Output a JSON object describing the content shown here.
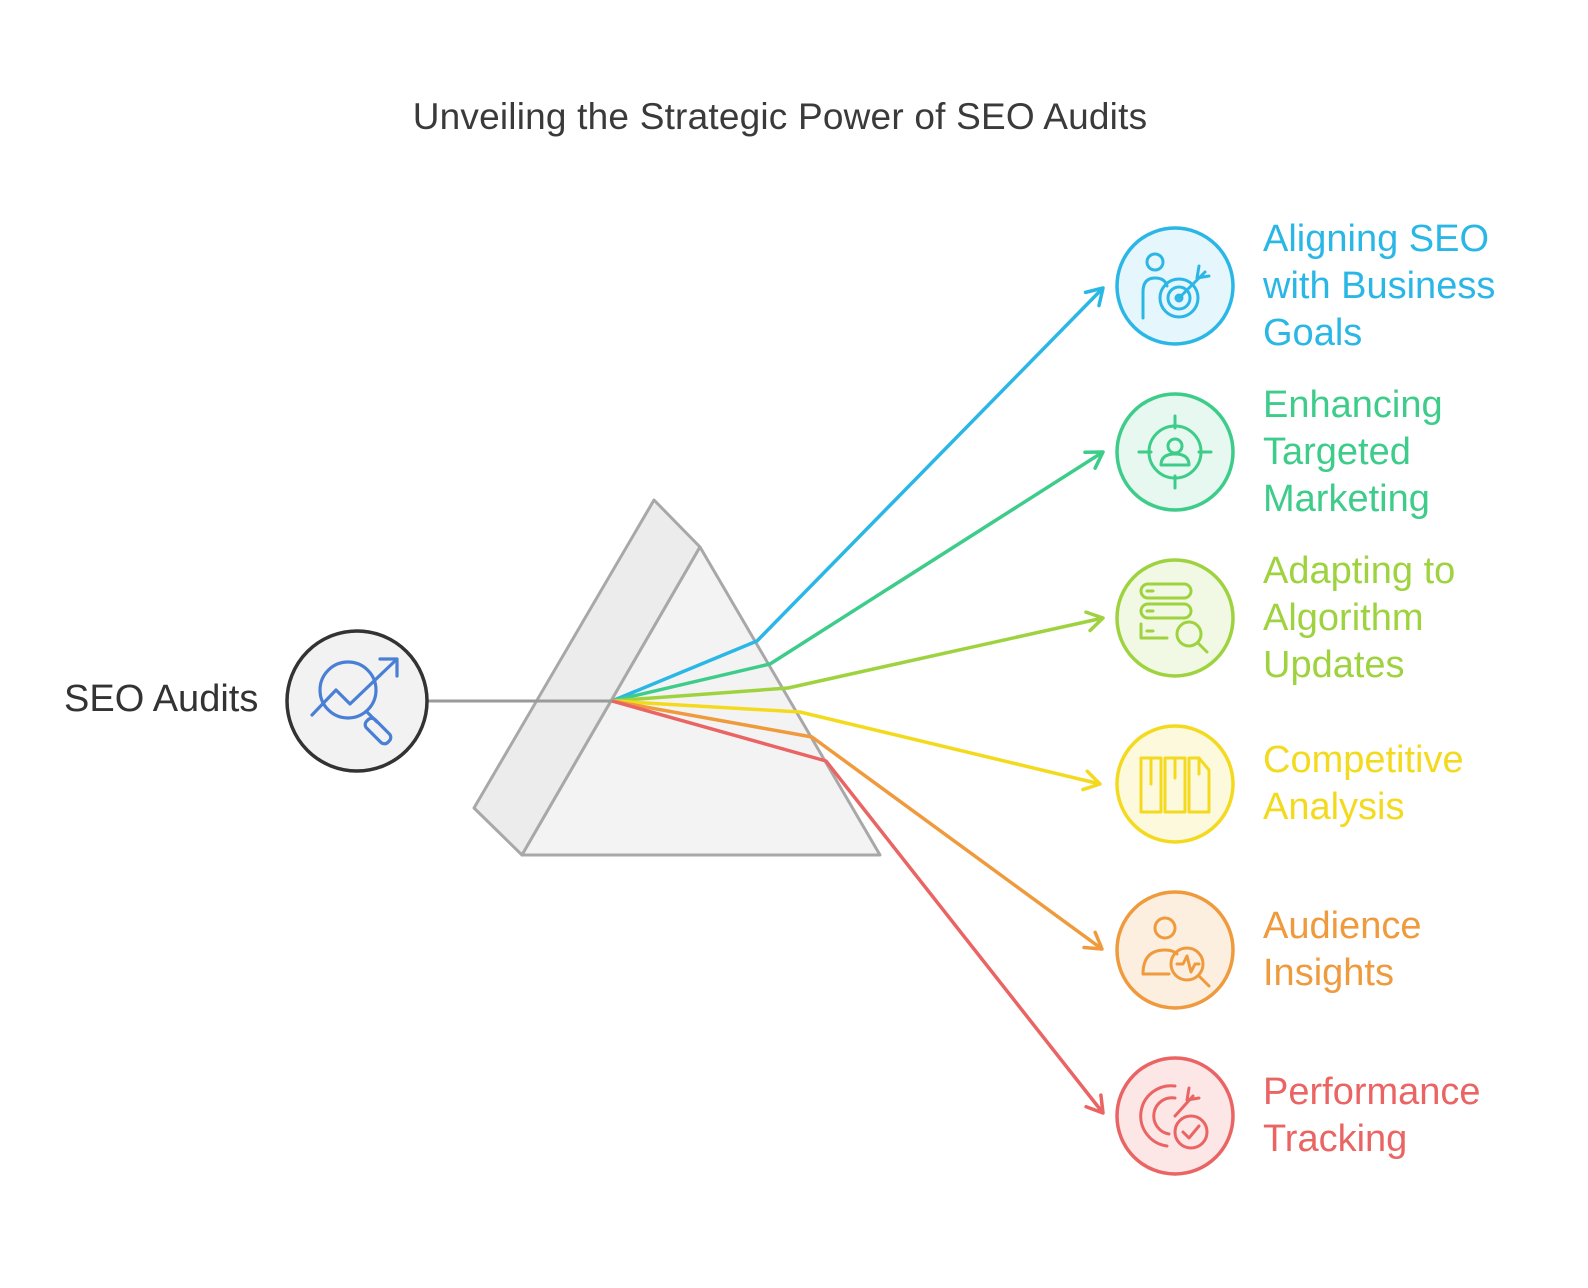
{
  "title": "Unveiling the Strategic Power of SEO Audits",
  "source": {
    "label": "SEO Audits",
    "icon": "trend-magnifier-icon",
    "color": "#4a7fd6"
  },
  "outputs": [
    {
      "lines": [
        "Aligning SEO",
        "with Business",
        "Goals"
      ],
      "icon": "person-target-icon",
      "color": "#2bb7e6",
      "fill": "#e6f6fd"
    },
    {
      "lines": [
        "Enhancing",
        "Targeted",
        "Marketing"
      ],
      "icon": "crosshair-person-icon",
      "color": "#3dcc8a",
      "fill": "#e6f8ef"
    },
    {
      "lines": [
        "Adapting to",
        "Algorithm",
        "Updates"
      ],
      "icon": "server-search-icon",
      "color": "#9ed33f",
      "fill": "#f1f9e4"
    },
    {
      "lines": [
        "Competitive",
        "Analysis"
      ],
      "icon": "comparison-bars-icon",
      "color": "#f4da1f",
      "fill": "#fdf9dc"
    },
    {
      "lines": [
        "Audience",
        "Insights"
      ],
      "icon": "person-analytics-icon",
      "color": "#ef9a3c",
      "fill": "#fdefe0"
    },
    {
      "lines": [
        "Performance",
        "Tracking"
      ],
      "icon": "target-check-icon",
      "color": "#ea6464",
      "fill": "#fde6e6"
    }
  ]
}
